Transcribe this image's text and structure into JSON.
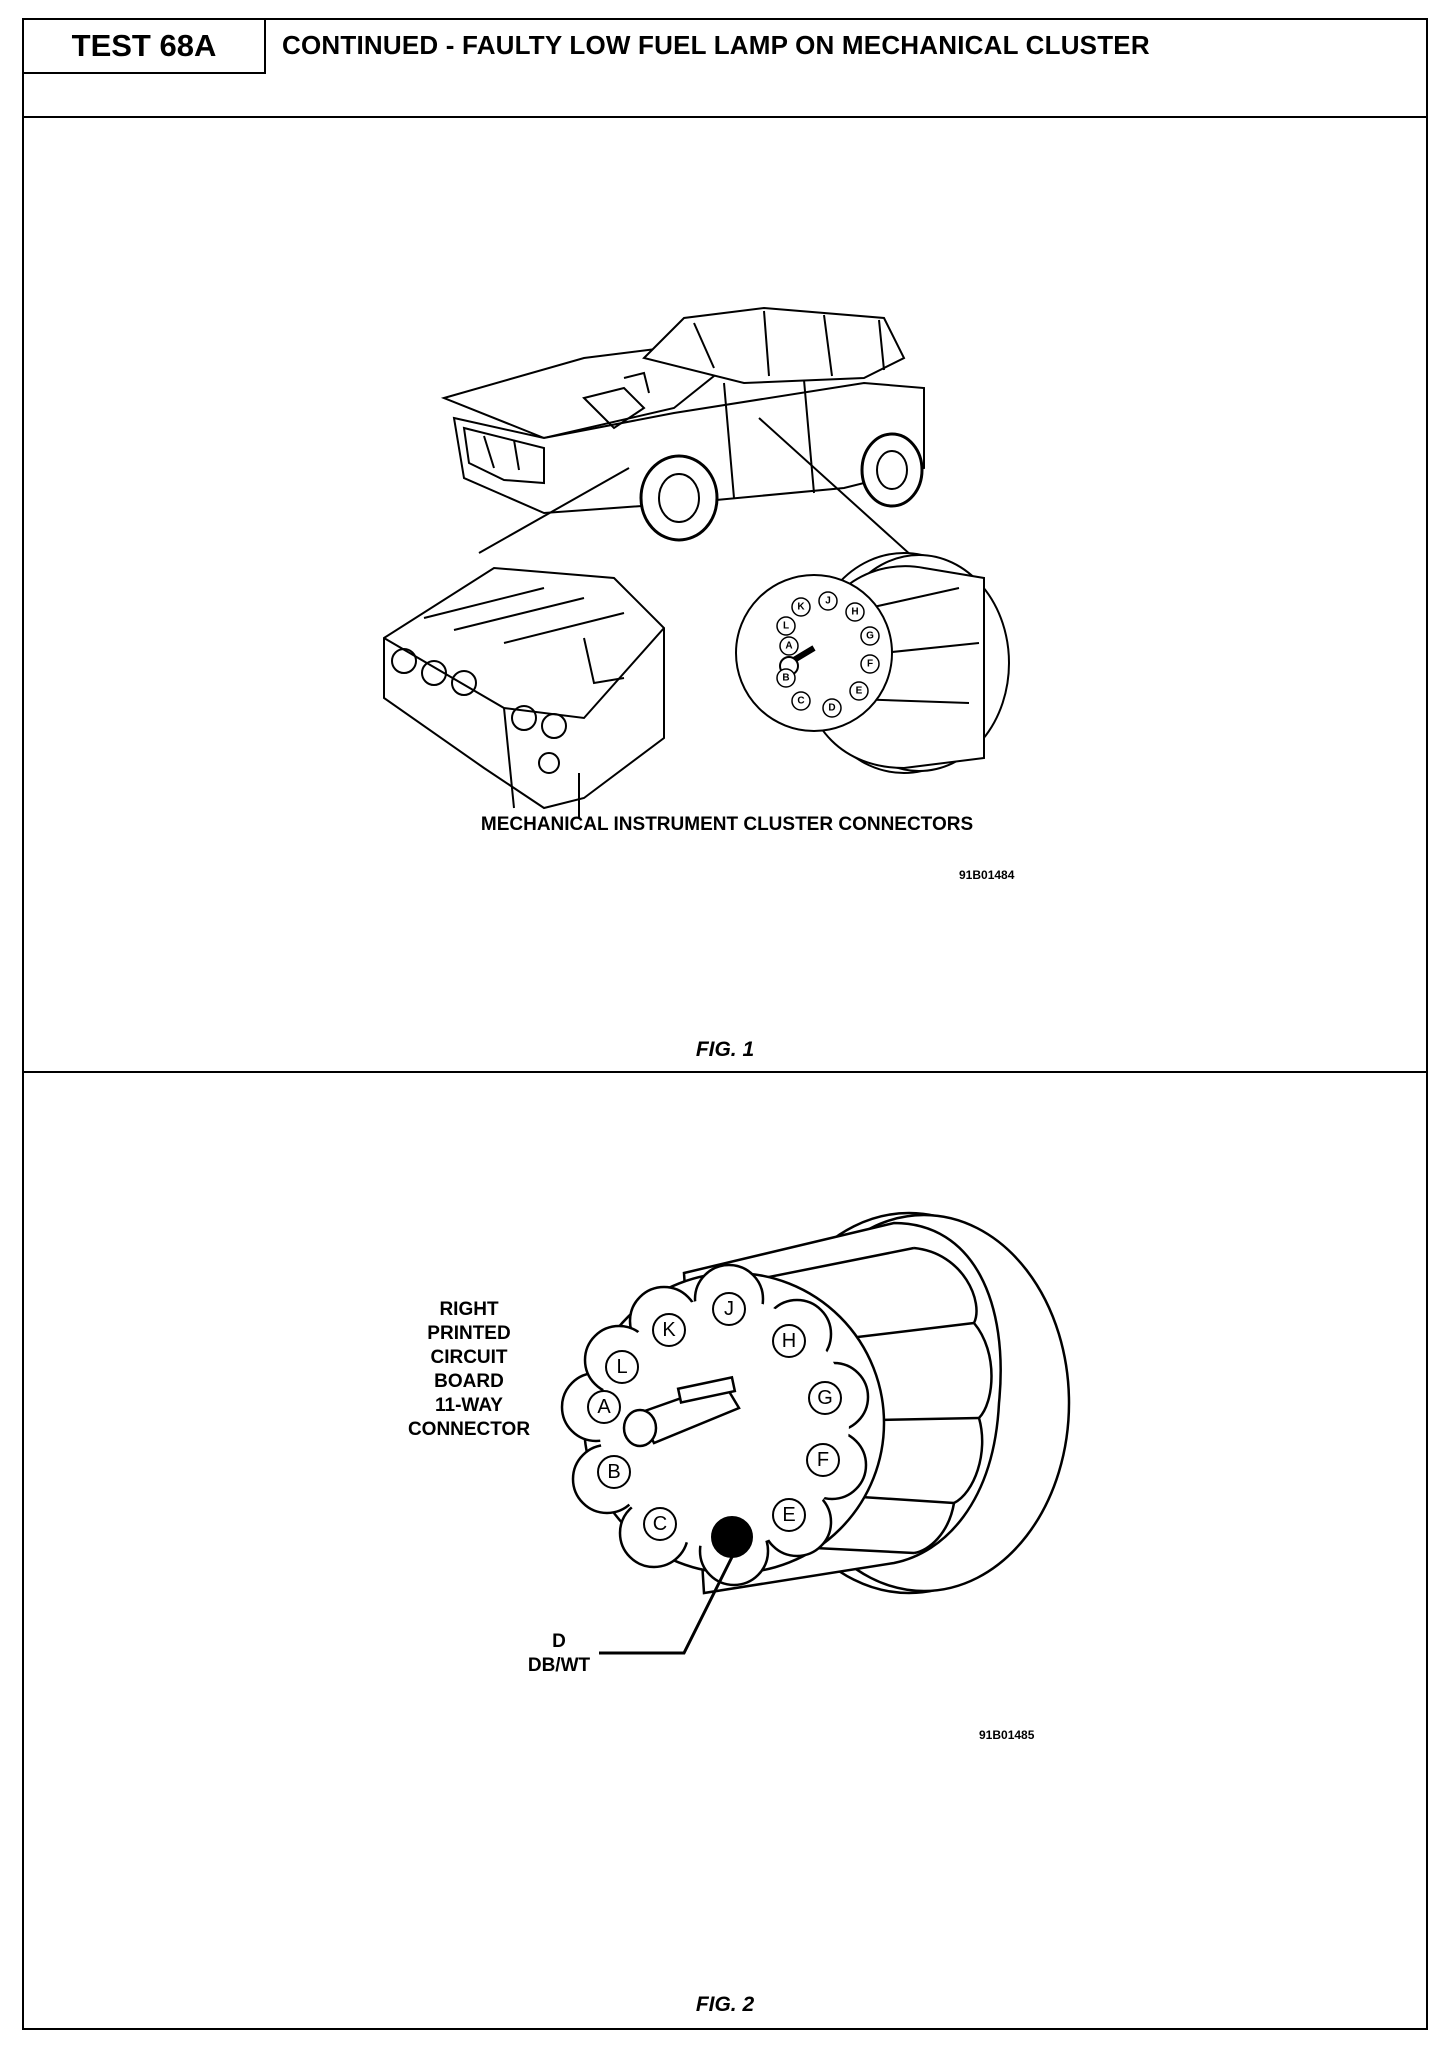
{
  "header": {
    "test_id": "TEST 68A",
    "title": "CONTINUED - FAULTY LOW FUEL LAMP ON MECHANICAL CLUSTER"
  },
  "figure1": {
    "caption": "FIG. 1",
    "label": "MECHANICAL INSTRUMENT CLUSTER CONNECTORS",
    "code": "91B01484",
    "pins": [
      "A",
      "B",
      "C",
      "D",
      "E",
      "F",
      "G",
      "H",
      "J",
      "K",
      "L"
    ]
  },
  "figure2": {
    "caption": "FIG. 2",
    "connector_label": [
      "RIGHT",
      "PRINTED",
      "CIRCUIT",
      "BOARD",
      "11-WAY",
      "CONNECTOR"
    ],
    "pin_callout": "D",
    "wire_color": "DB/WT",
    "code": "91B01485",
    "pins": [
      "A",
      "B",
      "C",
      "D",
      "E",
      "F",
      "G",
      "H",
      "J",
      "K",
      "L"
    ],
    "highlighted_pin": "D"
  }
}
